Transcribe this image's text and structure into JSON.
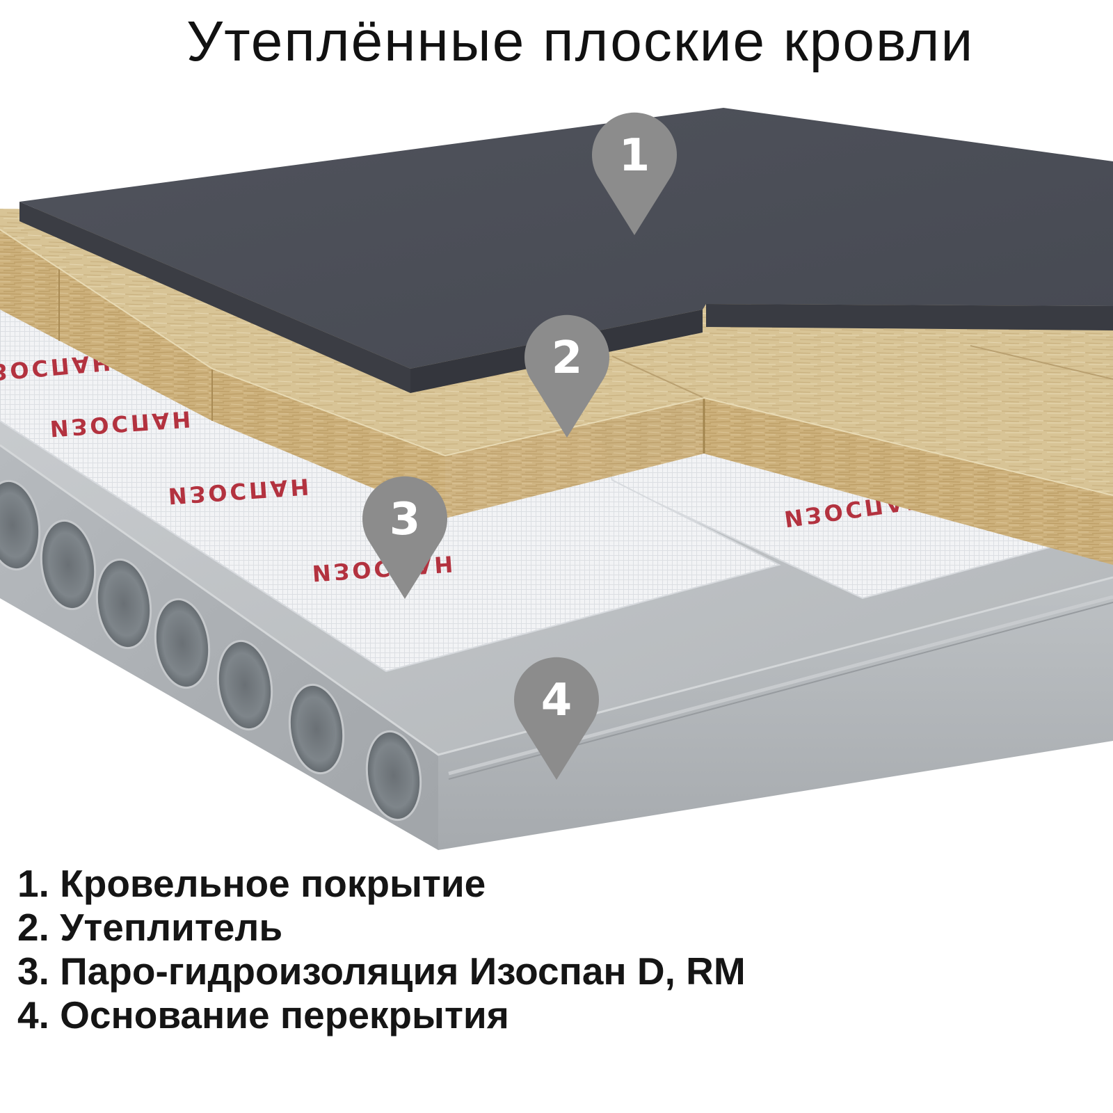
{
  "title": "Утеплённые плоские кровли",
  "markers": [
    "1",
    "2",
    "3",
    "4"
  ],
  "membrane_print": "ИЗОСПАН",
  "legend": [
    "1. Кровельное покрытие",
    "2. Утеплитель",
    "3. Паро-гидроизоляция Изоспан D, RM",
    "4. Основание перекрытия"
  ],
  "colors": {
    "marker": "#8c8c8c",
    "marker_number": "#ffffff",
    "membrane_print": "#b3323f"
  }
}
